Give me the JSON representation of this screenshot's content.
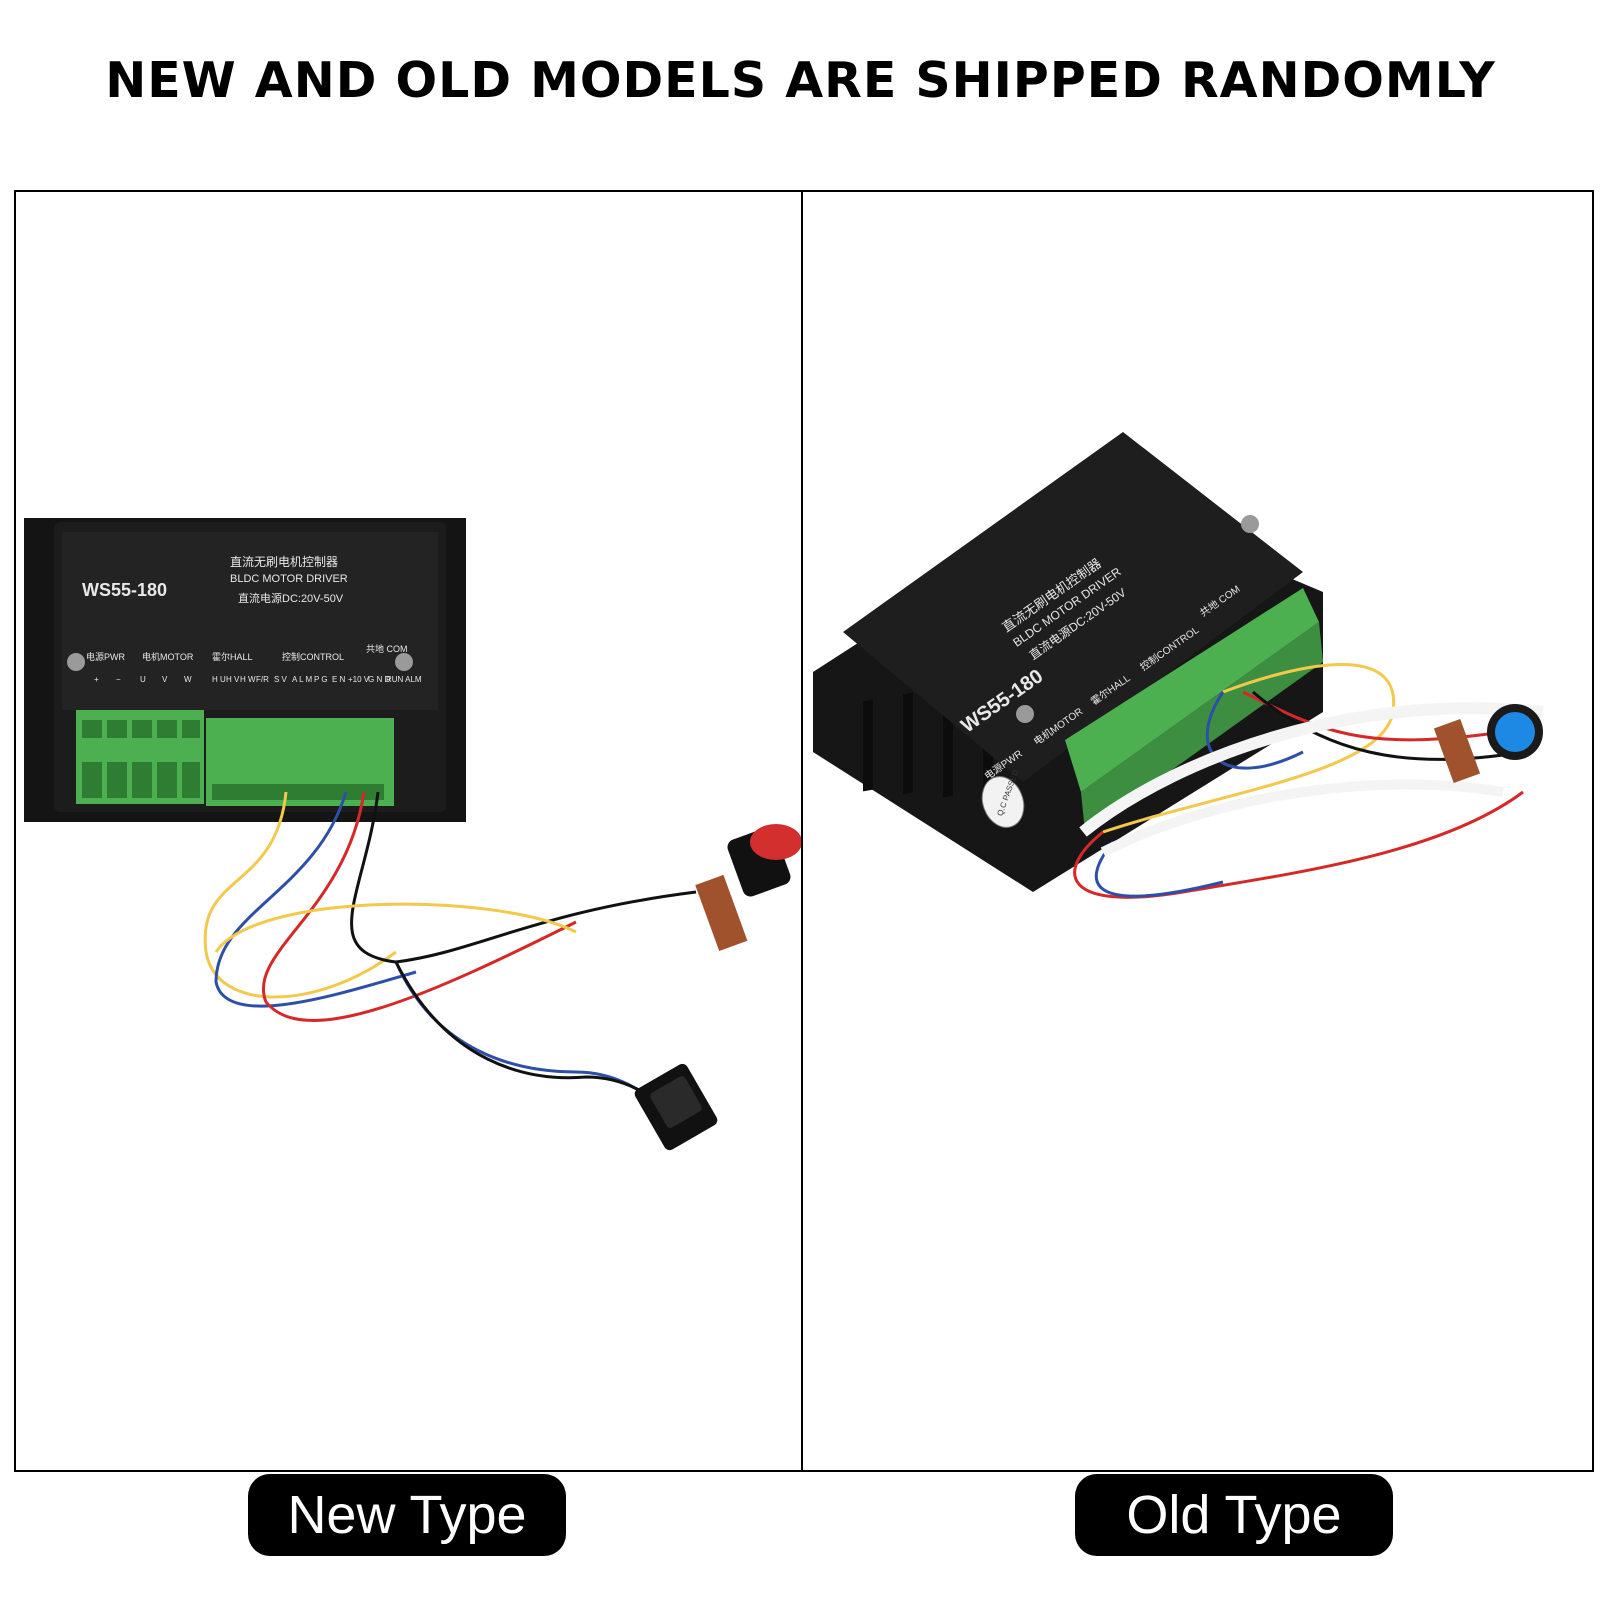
{
  "headline": "NEW AND OLD MODELS ARE SHIPPED RANDOMLY",
  "panels": {
    "new": {
      "caption": "New Type",
      "model": "WS55-180",
      "title_cn": "直流无刷电机控制器",
      "title_en": "BLDC MOTOR DRIVER",
      "spec": "直流电源DC:20V-50V",
      "groups": [
        "电源PWR",
        "电机MOTOR",
        "霍尔HALL",
        "控制CONTROL",
        "共地 COM"
      ],
      "pins": [
        "+",
        "−",
        "U",
        "V",
        "W",
        "H U",
        "H V",
        "H W",
        "F/R",
        "S V",
        "A L M",
        "P G",
        "E N",
        "+10 V",
        "G N D",
        "RUN ALM"
      ]
    },
    "old": {
      "caption": "Old Type",
      "model": "WS55-180",
      "title_cn": "直流无刷电机控制器",
      "title_en": "BLDC MOTOR DRIVER",
      "spec": "直流电源DC:20V-50V",
      "groups": [
        "电源PWR",
        "电机MOTOR",
        "霍尔HALL",
        "控制CONTROL",
        "共地 COM"
      ],
      "qc": "Q.C PASSED"
    }
  },
  "colors": {
    "housing": "#1c1c1c",
    "terminal_green": "#4caf50",
    "knob_red": "#d32f2f",
    "knob_blue": "#1e88e5",
    "wire_yellow": "#f2c94c",
    "wire_blue": "#2d4fa8",
    "wire_red": "#d62828",
    "wire_black": "#111111"
  }
}
